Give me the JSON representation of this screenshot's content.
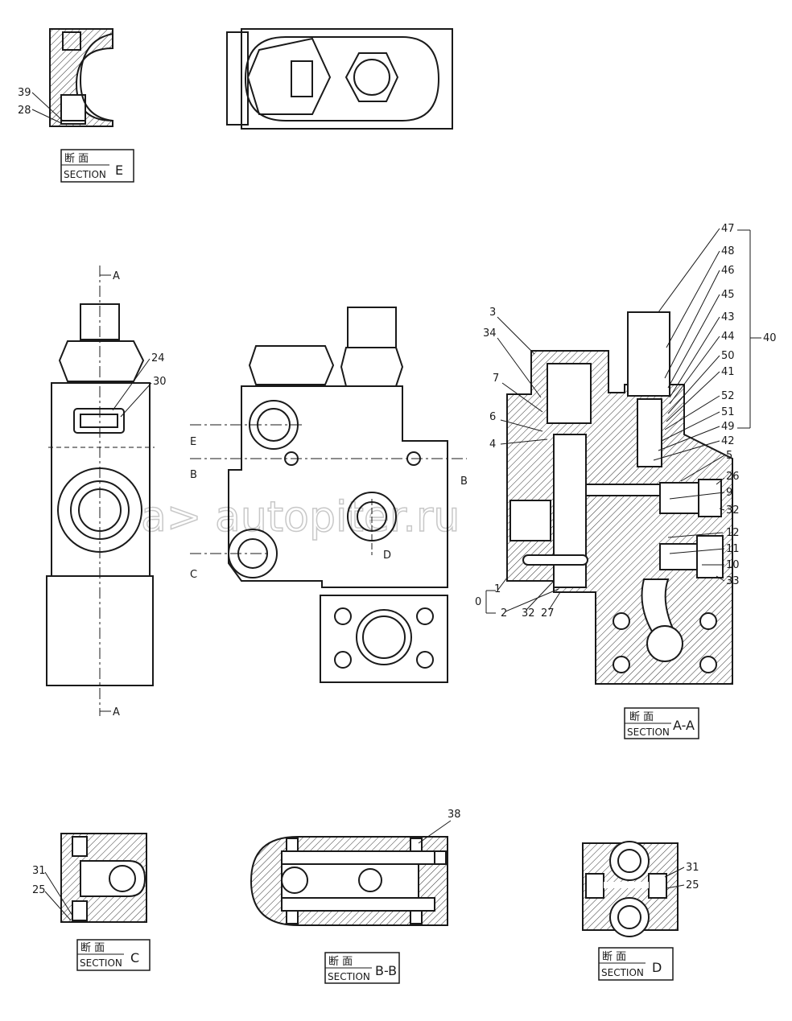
{
  "watermark": "a> autopiter.ru",
  "captions": {
    "section_e": {
      "cn": "断 面",
      "en": "SECTION",
      "id": "E"
    },
    "section_aa": {
      "cn": "断 面",
      "en": "SECTION",
      "id": "A-A"
    },
    "section_c": {
      "cn": "断 面",
      "en": "SECTION",
      "id": "C"
    },
    "section_bb": {
      "cn": "断 面",
      "en": "SECTION",
      "id": "B-B"
    },
    "section_d": {
      "cn": "断 面",
      "en": "SECTION",
      "id": "D"
    }
  },
  "cut_marks": {
    "a_top": "A",
    "a_bottom": "A",
    "e": "E",
    "b_left": "B",
    "b_right": "B",
    "c": "C",
    "d": "D"
  },
  "callouts": {
    "e_39": "39",
    "e_28": "28",
    "side_24": "24",
    "side_30": "30",
    "aa_3": "3",
    "aa_34": "34",
    "aa_7": "7",
    "aa_6": "6",
    "aa_4": "4",
    "aa_47": "47",
    "aa_48": "48",
    "aa_46": "46",
    "aa_45": "45",
    "aa_43": "43",
    "aa_44": "44",
    "aa_40": "40",
    "aa_50": "50",
    "aa_41": "41",
    "aa_52": "52",
    "aa_51": "51",
    "aa_49": "49",
    "aa_42": "42",
    "aa_5": "5",
    "aa_26": "26",
    "aa_9": "9",
    "aa_32a": "32",
    "aa_12": "12",
    "aa_11": "11",
    "aa_10": "10",
    "aa_33": "33",
    "aa_1": "1",
    "aa_0": "0",
    "aa_2": "2",
    "aa_32b": "32",
    "aa_27": "27",
    "c_31": "31",
    "c_25": "25",
    "bb_38": "38",
    "d_31": "31",
    "d_25": "25"
  }
}
